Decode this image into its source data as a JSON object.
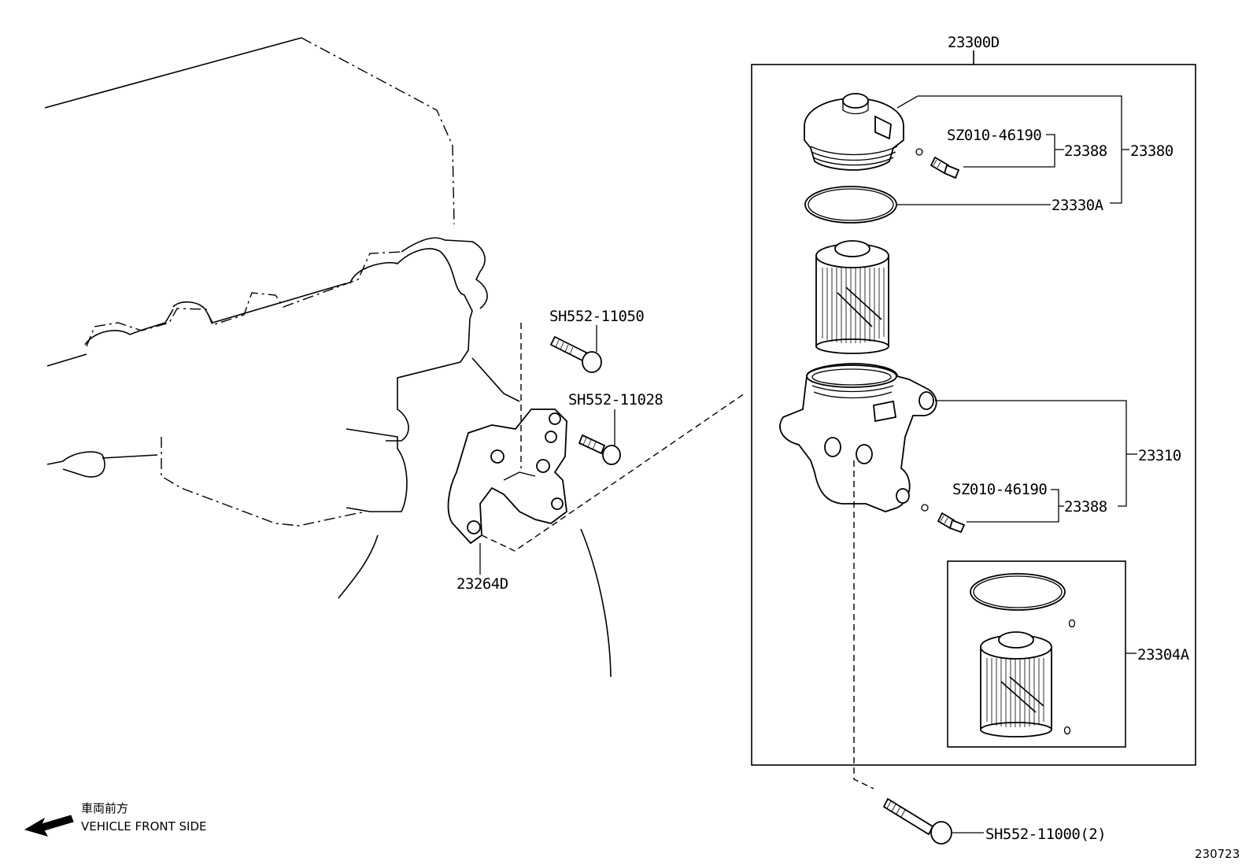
{
  "labels": {
    "assy_main": "23300D",
    "cap_assy": "23380",
    "cap_sub": "23388",
    "cap_sensor": "SZ010-46190",
    "o_ring": "23330A",
    "housing": "23310",
    "housing_sub": "23388",
    "housing_sensor": "SZ010-46190",
    "element_kit": "23304A",
    "bracket": "23264D",
    "bolt_upper": "SH552-11050",
    "bolt_mid": "SH552-11028",
    "bolt_lower": "SH552-11000(2)"
  },
  "legend": {
    "japanese": "車両前方",
    "english": "VEHICLE FRONT SIDE",
    "arrow_icon": "arrow-left-icon"
  },
  "diagram_number": "230723"
}
